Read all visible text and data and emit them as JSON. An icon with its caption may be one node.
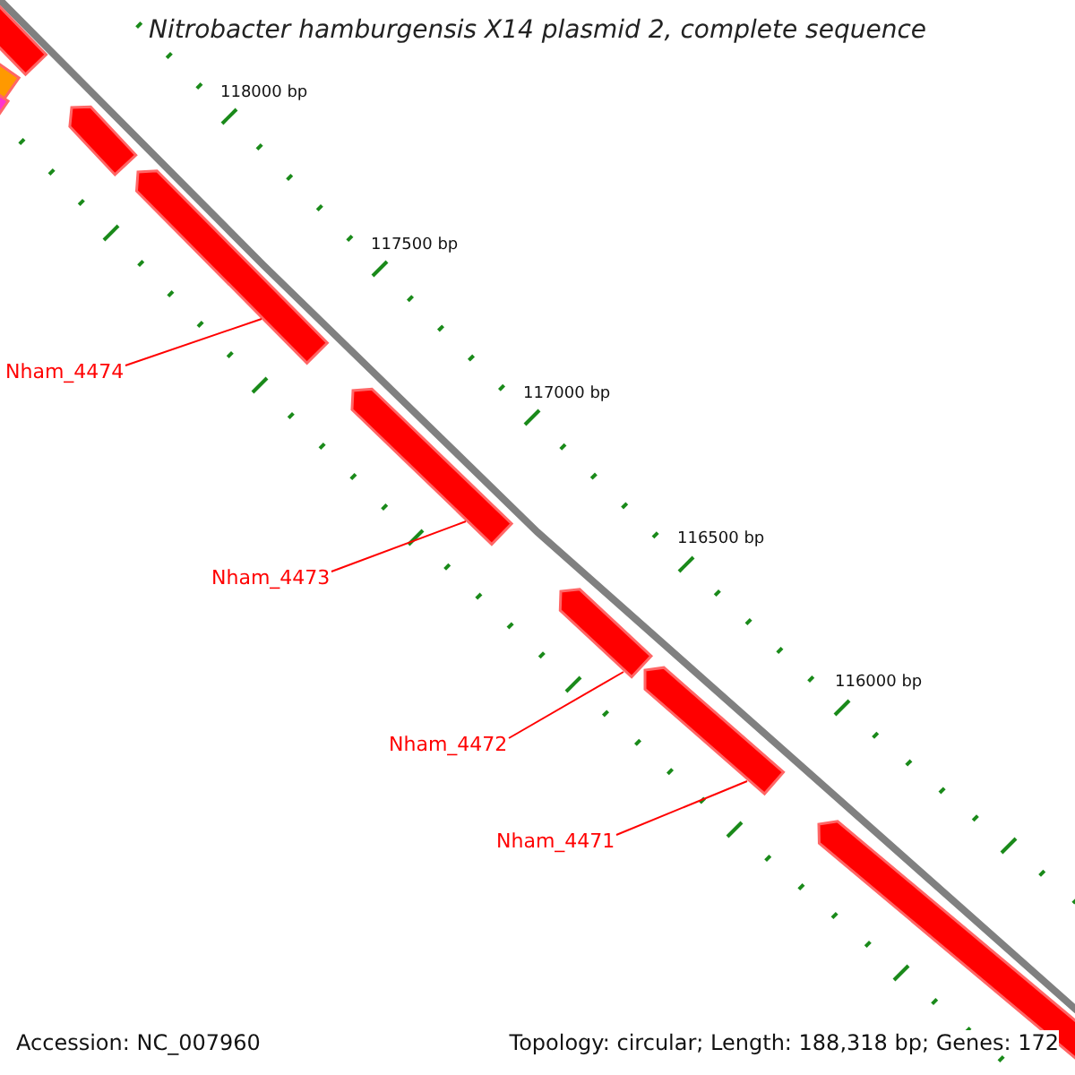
{
  "diagram": {
    "title": "Nitrobacter hamburgensis X14 plasmid 2, complete sequence",
    "nodes": [
      {
        "text": [],
        "shape": "bar"
      },
      {
        "text": [],
        "shape": "bar"
      },
      {
        "text": [],
        "shape": "bar"
      },
      {
        "text": [],
        "shape": "bar"
      },
      {
        "text": [],
        "shape": "bar"
      },
      {
        "text": [
          "Nham_4474"
        ]
      },
      {
        "text": [],
        "shape": "bar"
      },
      {
        "text": [
          "Nham_4473"
        ]
      },
      {
        "text": [],
        "shape": "bar"
      },
      {
        "text": [
          "Nham_4472"
        ]
      },
      {
        "text": [],
        "shape": "bar"
      },
      {
        "text": [
          "Nham_4471"
        ]
      },
      {
        "text": [],
        "shape": "bar"
      }
    ],
    "edges": [
      {
        "from": 5,
        "to": 4,
        "arrow": "none"
      },
      {
        "from": 7,
        "to": 6,
        "arrow": "none"
      },
      {
        "from": 9,
        "to": 8,
        "arrow": "none"
      },
      {
        "from": 11,
        "to": 10,
        "arrow": "none"
      }
    ],
    "labels": [
      "118000 bp",
      "117500 bp",
      "117000 bp",
      "116500 bp",
      "116000 bp",
      "Accession: NC_007960",
      "Topology: circular; Length: 188,318 bp; Genes: 172"
    ]
  }
}
